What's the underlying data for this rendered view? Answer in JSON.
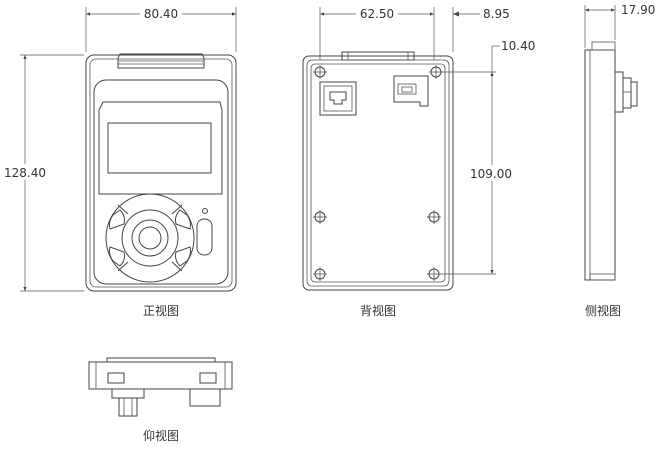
{
  "dimensions": {
    "front_width": "80.40",
    "front_height": "128.40",
    "back_hole_spacing_x": "62.50",
    "back_hole_offset_x": "8.95",
    "back_hole_offset_y": "10.40",
    "back_hole_spacing_y": "109.00",
    "side_depth": "17.90"
  },
  "captions": {
    "front": "正视图",
    "back": "背视图",
    "side": "侧视图",
    "bottom": "仰视图"
  }
}
